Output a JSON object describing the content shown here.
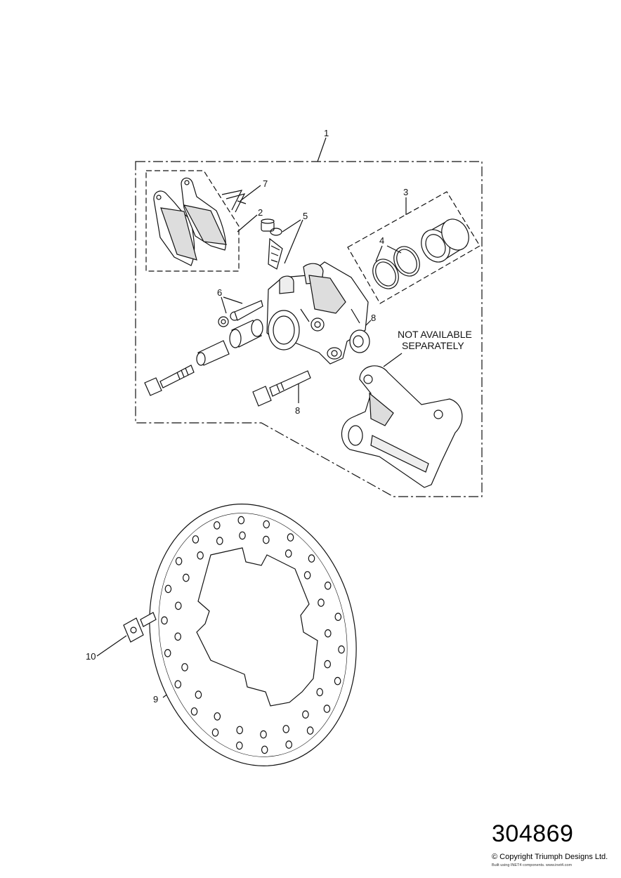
{
  "callouts": [
    "1",
    "2",
    "3",
    "4",
    "5",
    "6",
    "7",
    "8",
    "8",
    "9",
    "10"
  ],
  "note": {
    "line1": "NOT AVAILABLE",
    "line2": "SEPARATELY"
  },
  "part_number": "304869",
  "copyright": "© Copyright Triumph Designs Ltd.",
  "credit": "Built using INET4 components. www.inet4.com",
  "colors": {
    "line": "#111111",
    "fill": "#ffffff",
    "shade": "#d8d8d8"
  }
}
